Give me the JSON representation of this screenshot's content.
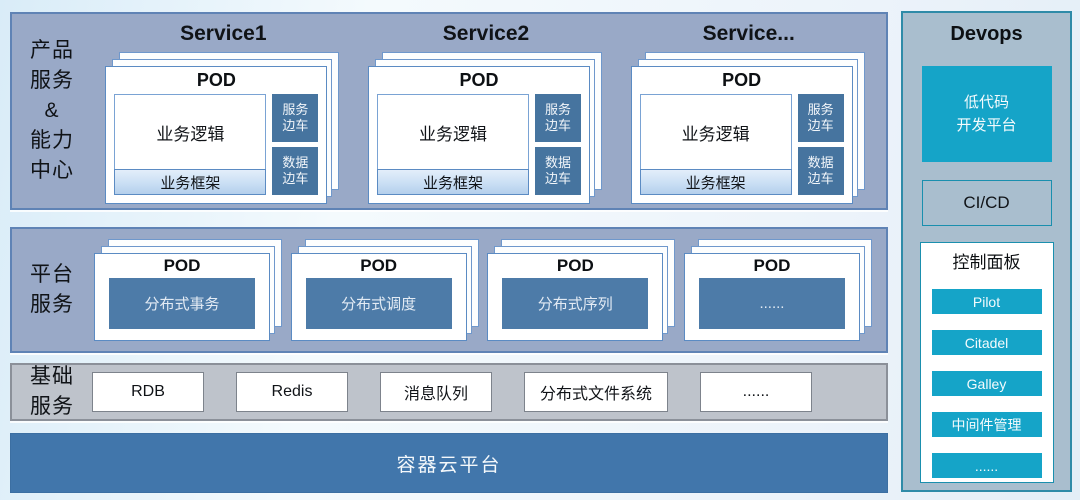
{
  "colors": {
    "band_blue": "#99a9c7",
    "band_border": "#5f83b5",
    "gray_band": "#bec3cb",
    "gray_border": "#8b9099",
    "dark_blue_platform": "#4176ab",
    "pod_card_border": "#5b8bc3",
    "sidecar_steel_blue": "#46749f",
    "platform_service_blue": "#4d7ba8",
    "devops_teal": "#15a4c8",
    "devops_teal_border": "#1a8fae",
    "devops_column_bg": "#a9bece",
    "devops_column_border": "#2f8ba8"
  },
  "band1": {
    "label_lines": [
      "产品",
      "服务",
      "&",
      "能力",
      "中心"
    ],
    "services": [
      {
        "title": "Service1",
        "pod_title": "POD",
        "logic": "业务逻辑",
        "framework": "业务框架",
        "sidecar1_line1": "服务",
        "sidecar1_line2": "边车",
        "sidecar2_line1": "数据",
        "sidecar2_line2": "边车"
      },
      {
        "title": "Service2",
        "pod_title": "POD",
        "logic": "业务逻辑",
        "framework": "业务框架",
        "sidecar1_line1": "服务",
        "sidecar1_line2": "边车",
        "sidecar2_line1": "数据",
        "sidecar2_line2": "边车"
      },
      {
        "title": "Service...",
        "pod_title": "POD",
        "logic": "业务逻辑",
        "framework": "业务框架",
        "sidecar1_line1": "服务",
        "sidecar1_line2": "边车",
        "sidecar2_line1": "数据",
        "sidecar2_line2": "边车"
      }
    ]
  },
  "band2": {
    "label_lines": [
      "平台",
      "服务"
    ],
    "pods": [
      {
        "pod_title": "POD",
        "service": "分布式事务"
      },
      {
        "pod_title": "POD",
        "service": "分布式调度"
      },
      {
        "pod_title": "POD",
        "service": "分布式序列"
      },
      {
        "pod_title": "POD",
        "service": "......"
      }
    ]
  },
  "band3": {
    "label_lines": [
      "基础",
      "服务"
    ],
    "boxes": [
      "RDB",
      "Redis",
      "消息队列",
      "分布式文件系统",
      "......"
    ]
  },
  "band4": {
    "title": "容器云平台"
  },
  "devops": {
    "title": "Devops",
    "lowcode_line1": "低代码",
    "lowcode_line2": "开发平台",
    "cicd": "CI/CD",
    "panel_title": "控制面板",
    "buttons": [
      "Pilot",
      "Citadel",
      "Galley",
      "中间件管理",
      "......"
    ]
  }
}
